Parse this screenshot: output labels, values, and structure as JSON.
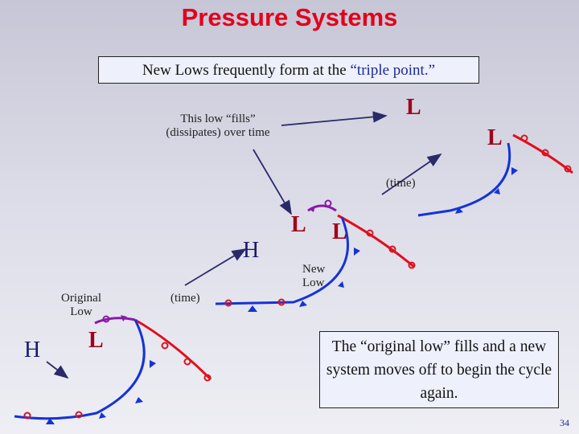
{
  "title": "Pressure Systems",
  "subtitle": {
    "before": "New Lows frequently form at the ",
    "quoted": "“triple point.”"
  },
  "annotations": {
    "fills_line1": "This low “fills”",
    "fills_line2": "(dissipates) over time",
    "time_upper": "(time)",
    "time_lower": "(time)",
    "original_low_line1": "Original",
    "original_low_line2": "Low",
    "new_low_line1": "New",
    "new_low_line2": "Low"
  },
  "symbols": {
    "low": "L",
    "high": "H"
  },
  "summary": "The “original low” fills and a new system moves off to begin the cycle again.",
  "page_number": "34",
  "colors": {
    "title": "#e3001b",
    "cold_front": "#1533d6",
    "warm_front": "#e0101e",
    "occluded_front": "#8a1aa8",
    "arrow": "#2a2a6a"
  }
}
